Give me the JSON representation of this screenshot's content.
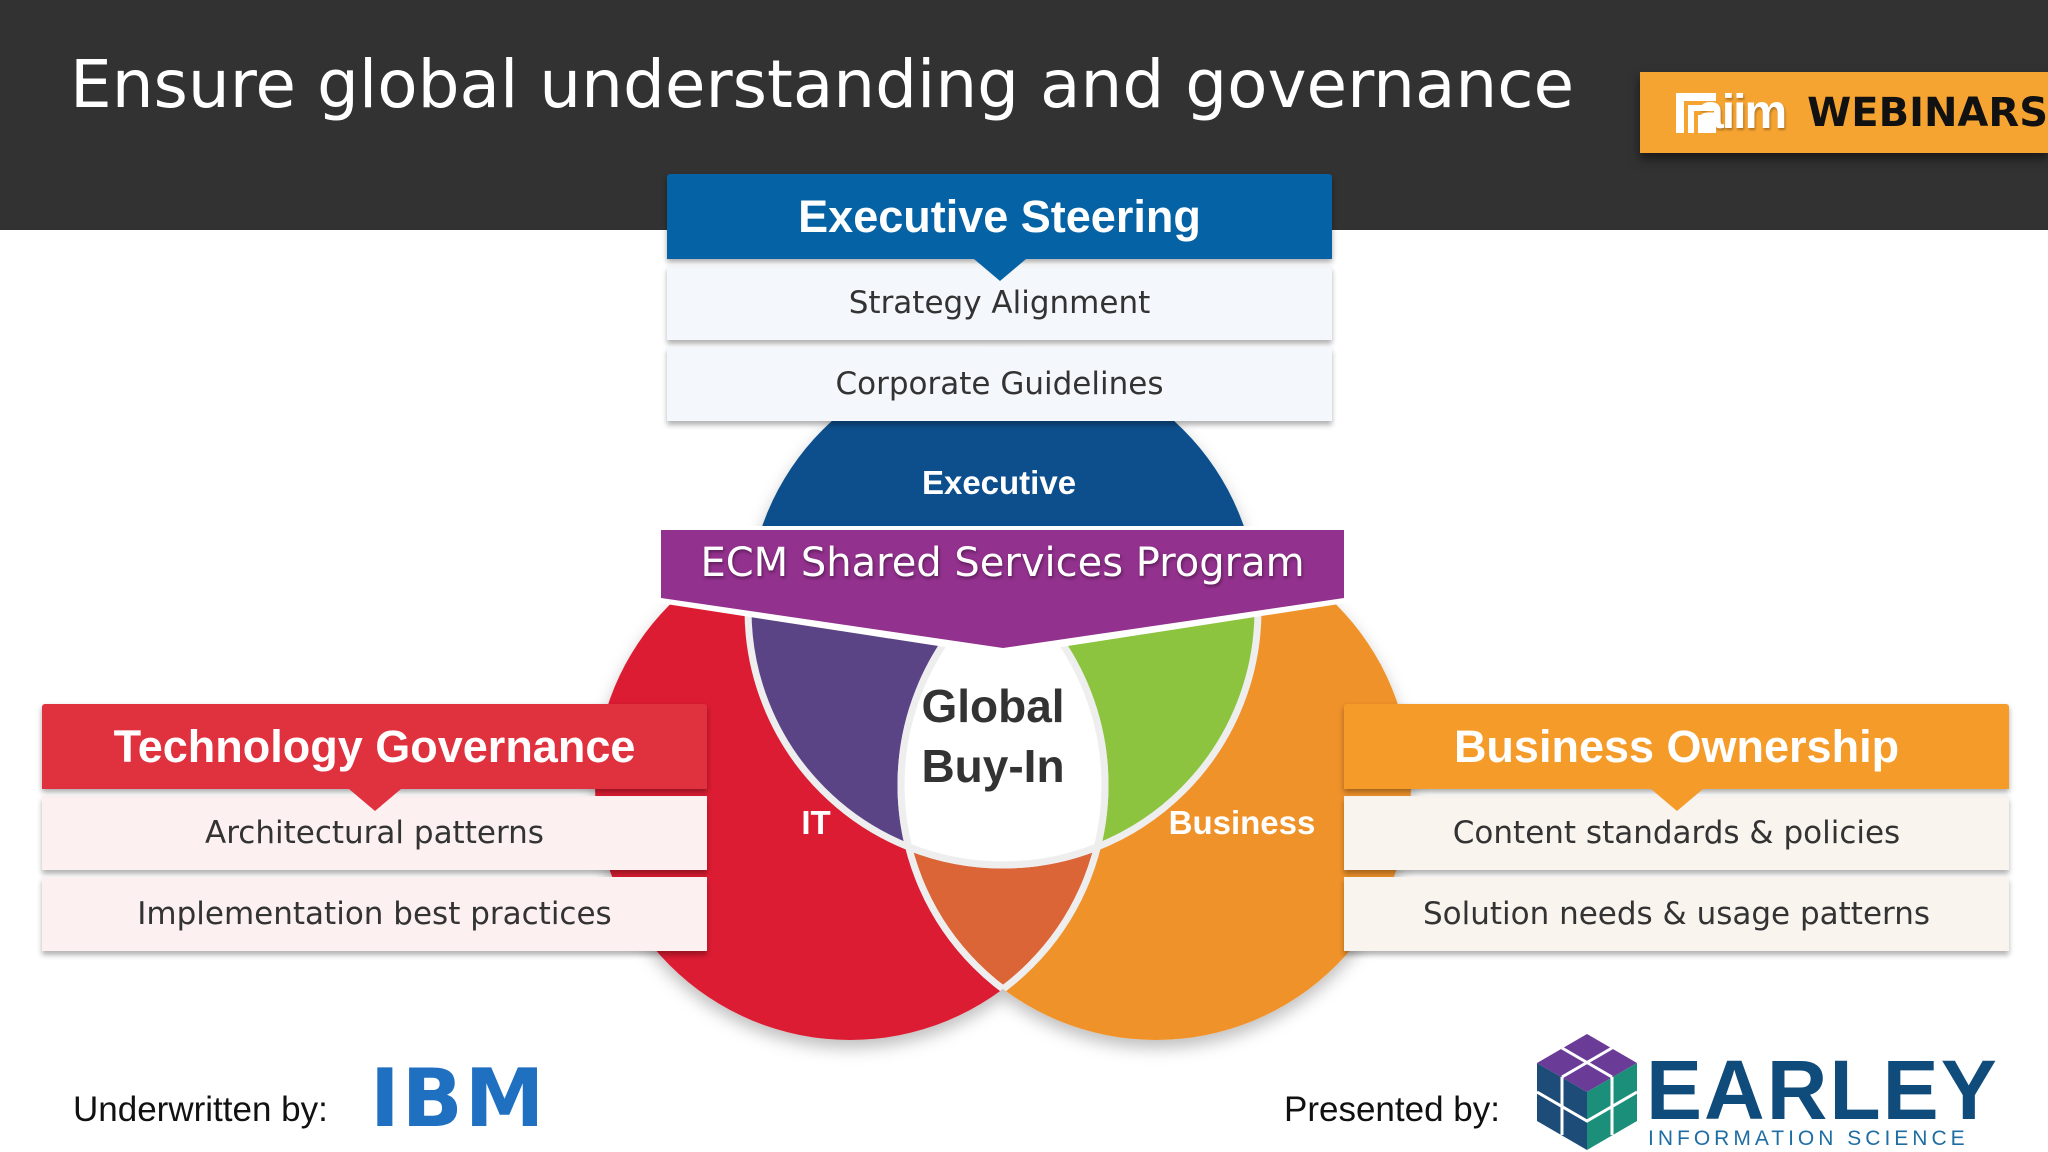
{
  "header": {
    "title": "Ensure global understanding and governance",
    "logo": {
      "brand": "aiim",
      "suffix": "WEBINARS",
      "color": "#f6a431"
    }
  },
  "executive_steering": {
    "title": "Executive Steering",
    "color": "#0563a5",
    "items": [
      "Strategy Alignment",
      "Corporate Guidelines"
    ]
  },
  "technology_governance": {
    "title": "Technology Governance",
    "color": "#e0313e",
    "items": [
      "Architectural patterns",
      "Implementation best practices"
    ]
  },
  "business_ownership": {
    "title": "Business Ownership",
    "color": "#f59b2a",
    "items": [
      "Content standards & policies",
      "Solution needs & usage patterns"
    ]
  },
  "venn": {
    "program": "ECM Shared Services Program",
    "center": "Global",
    "center2": "Buy-In",
    "circles": [
      {
        "label": "Executive",
        "color": "#0c4f8c"
      },
      {
        "label": "IT",
        "color": "#dc1f32"
      },
      {
        "label": "Business",
        "color": "#f0922a"
      }
    ],
    "overlap_colors": {
      "executive_it": "#5a4486",
      "executive_business": "#8cc43f",
      "it_business": "#dc6538",
      "program": "#93318e"
    }
  },
  "footer": {
    "underwritten_label": "Underwritten by:",
    "sponsor_logo": "IBM",
    "presented_label": "Presented by:",
    "presenter_logo": "EARLEY",
    "presenter_sub": "INFORMATION SCIENCE",
    "presenter_color": "#0f4c7c"
  }
}
